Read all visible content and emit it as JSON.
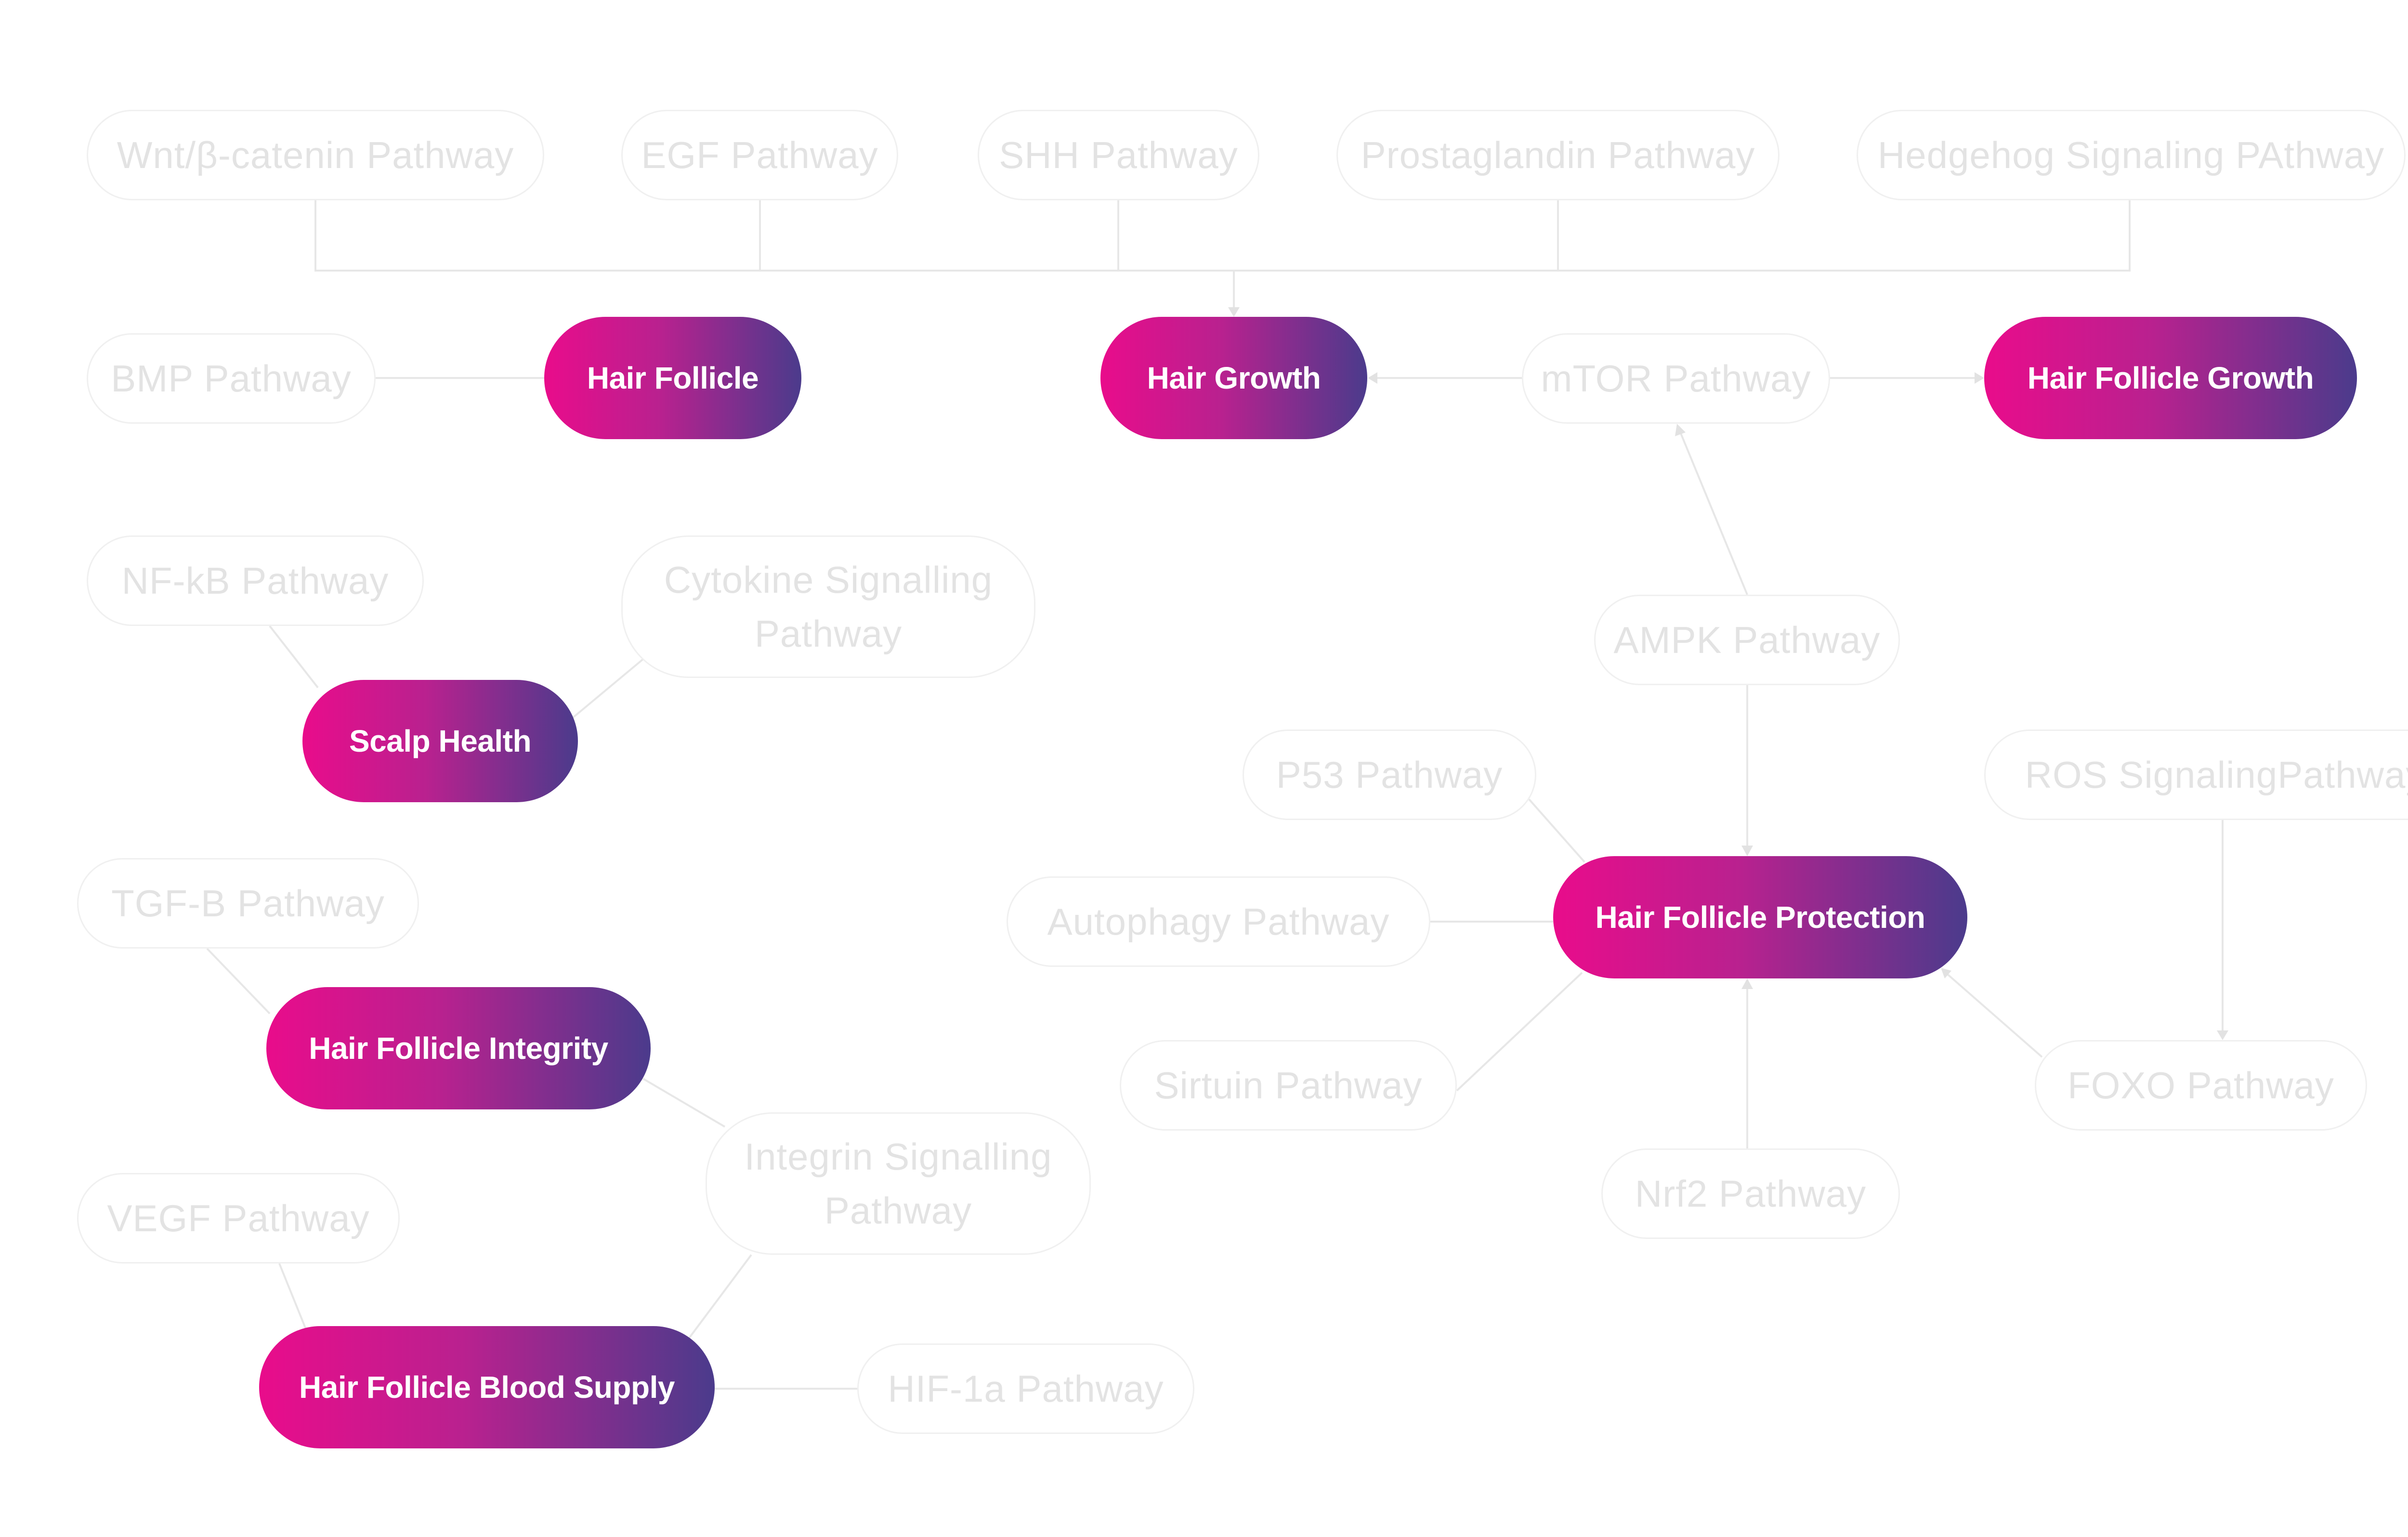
{
  "diagram": {
    "colors": {
      "outcome_gradient": [
        "#e90c8b",
        "#b9218f",
        "#4b3b8c"
      ],
      "outcome_text": "#ffffff",
      "pathway_text": "#e3e3e3",
      "pathway_border": "#f0f0f0",
      "connector": "#e7e7e7"
    },
    "pathways": {
      "wnt": "Wnt/β-catenin Pathway",
      "egf": "EGF Pathway",
      "shh": "SHH Pathway",
      "prostaglandin": "Prostaglandin Pathway",
      "hedgehog": "Hedgehog Signaling PAthway",
      "bmp": "BMP Pathway",
      "mtor": "mTOR Pathway",
      "nfkb": "NF-kB Pathway",
      "cytokine": "Cytokine Signalling Pathway",
      "ampk": "AMPK Pathway",
      "p53": "P53 Pathway",
      "ros": "ROS SignalingPathway",
      "tgfb": "TGF-B Pathway",
      "autophagy": "Autophagy Pathway",
      "sirtuin": "Sirtuin Pathway",
      "foxo": "FOXO Pathway",
      "integrin": "Integrin Signalling Pathway",
      "nrf2": "Nrf2 Pathway",
      "vegf": "VEGF Pathway",
      "hif": "HIF-1a Pathway"
    },
    "outcomes": {
      "hair_follicle": "Hair Follicle",
      "hair_growth": "Hair Growth",
      "hair_follicle_growth": "Hair Follicle Growth",
      "scalp_health": "Scalp Health",
      "hair_follicle_protection": "Hair Follicle Protection",
      "hair_follicle_integrity": "Hair Follicle Integrity",
      "hair_follicle_blood_supply": "Hair Follicle Blood Supply"
    },
    "connections": [
      {
        "from": "wnt",
        "to": "hair_growth"
      },
      {
        "from": "egf",
        "to": "hair_growth"
      },
      {
        "from": "shh",
        "to": "hair_growth"
      },
      {
        "from": "prostaglandin",
        "to": "hair_growth"
      },
      {
        "from": "hedgehog",
        "to": "hair_growth"
      },
      {
        "from": "bmp",
        "to": "hair_follicle"
      },
      {
        "from": "mtor",
        "to": "hair_growth"
      },
      {
        "from": "mtor",
        "to": "hair_follicle_growth"
      },
      {
        "from": "ampk",
        "to": "mtor"
      },
      {
        "from": "ampk",
        "to": "hair_follicle_protection"
      },
      {
        "from": "nfkb",
        "to": "scalp_health"
      },
      {
        "from": "cytokine",
        "to": "scalp_health"
      },
      {
        "from": "p53",
        "to": "hair_follicle_protection"
      },
      {
        "from": "autophagy",
        "to": "hair_follicle_protection"
      },
      {
        "from": "sirtuin",
        "to": "hair_follicle_protection"
      },
      {
        "from": "nrf2",
        "to": "hair_follicle_protection"
      },
      {
        "from": "foxo",
        "to": "hair_follicle_protection"
      },
      {
        "from": "ros",
        "to": "foxo"
      },
      {
        "from": "tgfb",
        "to": "hair_follicle_integrity"
      },
      {
        "from": "integrin",
        "to": "hair_follicle_integrity"
      },
      {
        "from": "integrin",
        "to": "hair_follicle_blood_supply"
      },
      {
        "from": "vegf",
        "to": "hair_follicle_blood_supply"
      },
      {
        "from": "hif",
        "to": "hair_follicle_blood_supply"
      }
    ]
  }
}
